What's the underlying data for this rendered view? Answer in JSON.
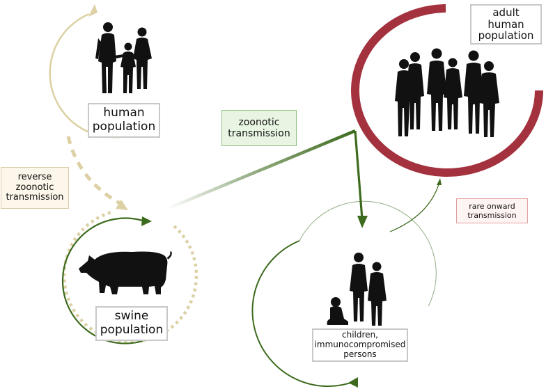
{
  "labels": {
    "human_population": [
      "human",
      "population"
    ],
    "adult_population": [
      "adult",
      "human",
      "population"
    ],
    "swine_population": [
      "swine",
      "population"
    ],
    "children_persons": [
      "children,",
      "immunocompromised",
      "persons"
    ],
    "zoonotic_transmission": [
      "zoonotic",
      "transmission"
    ],
    "reverse_zoonotic_transmission": [
      "reverse",
      "zoonotic",
      "transmission"
    ],
    "rare_onward_transmission": [
      "rare onward",
      "transmission"
    ]
  },
  "colors": {
    "tan": "#dcd0a4",
    "green": "#3d6b1e",
    "dark_red": "#a3323e",
    "silhouette": "#111111",
    "zoonotic_box_fill": "#e8f5e2",
    "reverse_box_fill": "#fcf7ea",
    "rare_box_fill": "#fff4f4"
  },
  "icons": {
    "family": "family-silhouette-icon",
    "crowd": "adult-crowd-silhouette-icon",
    "pig": "pig-silhouette-icon",
    "elderly_child": "elderly-couple-and-child-silhouette-icon"
  }
}
